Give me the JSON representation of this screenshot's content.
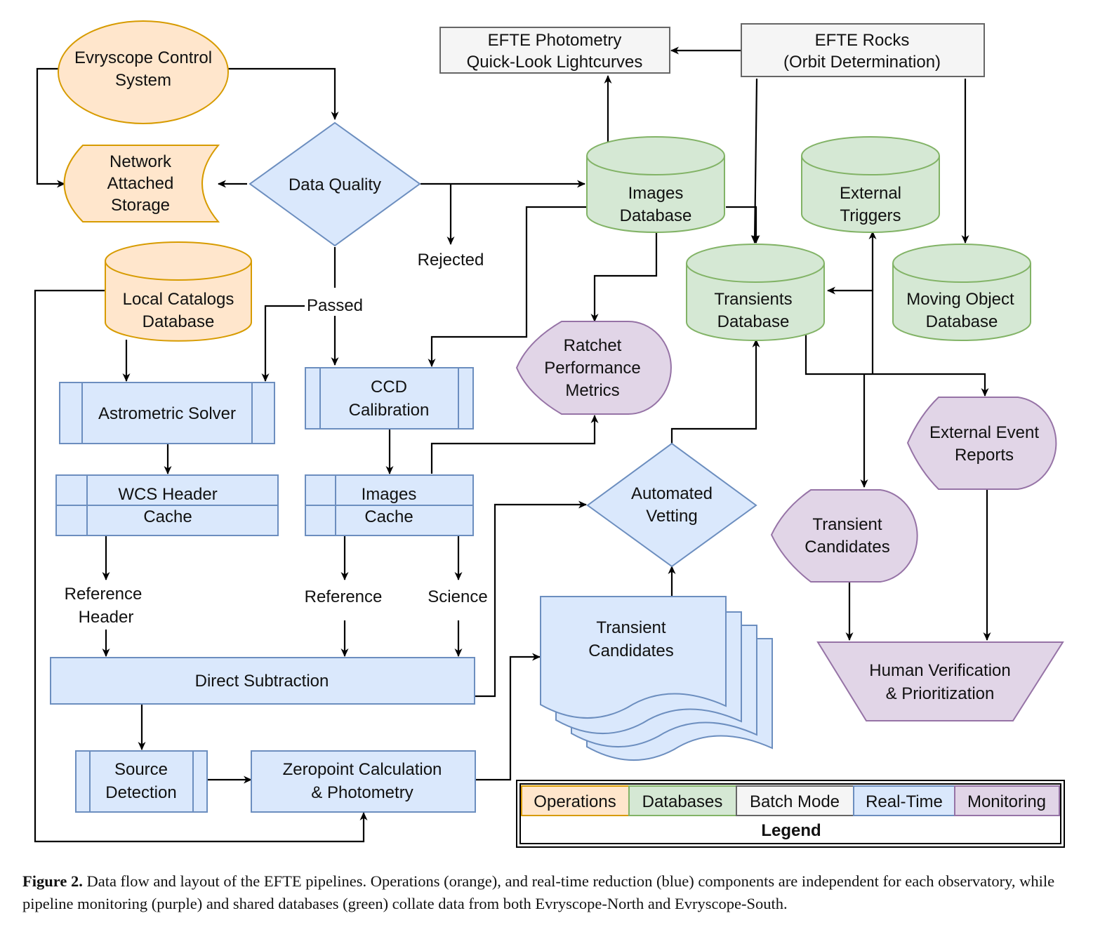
{
  "colors": {
    "operations_fill": "#ffe6cc",
    "operations_stroke": "#d79b00",
    "databases_fill": "#d5e8d4",
    "databases_stroke": "#82b366",
    "batch_fill": "#f5f5f5",
    "batch_stroke": "#666666",
    "realtime_fill": "#dae8fc",
    "realtime_stroke": "#6c8ebf",
    "monitoring_fill": "#e1d5e7",
    "monitoring_stroke": "#9673a6"
  },
  "nodes": {
    "evryscope_control": [
      "Evryscope Control",
      "System"
    ],
    "network_storage": [
      "Network",
      "Attached",
      "Storage"
    ],
    "data_quality": [
      "Data Quality"
    ],
    "local_catalogs": [
      "Local Catalogs",
      "Database"
    ],
    "images_database": [
      "Images",
      "Database"
    ],
    "transients_database": [
      "Transients",
      "Database"
    ],
    "external_triggers": [
      "External",
      "Triggers"
    ],
    "moving_object_database": [
      "Moving Object",
      "Database"
    ],
    "efte_photometry": [
      "EFTE Photometry",
      "Quick-Look Lightcurves"
    ],
    "efte_rocks": [
      "EFTE Rocks",
      "(Orbit Determination)"
    ],
    "astrometric_solver": [
      "Astrometric Solver"
    ],
    "wcs_header_cache": [
      "WCS Header",
      "Cache"
    ],
    "ccd_calibration": [
      "CCD",
      "Calibration"
    ],
    "images_cache": [
      "Images",
      "Cache"
    ],
    "direct_subtraction": [
      "Direct Subtraction"
    ],
    "source_detection": [
      "Source",
      "Detection"
    ],
    "zeropoint_photometry": [
      "Zeropoint Calculation",
      "& Photometry"
    ],
    "automated_vetting": [
      "Automated",
      "Vetting"
    ],
    "transient_candidates_stack": [
      "Transient",
      "Candidates"
    ],
    "ratchet_metrics": [
      "Ratchet",
      "Performance",
      "Metrics"
    ],
    "external_event_reports": [
      "External Event",
      "Reports"
    ],
    "transient_candidates_monitor": [
      "Transient",
      "Candidates"
    ],
    "human_verification": [
      "Human Verification",
      "& Prioritization"
    ]
  },
  "edge_labels": {
    "rejected": [
      "Rejected"
    ],
    "passed": [
      "Passed"
    ],
    "reference_header": [
      "Reference",
      "Header"
    ],
    "reference": [
      "Reference"
    ],
    "science": [
      "Science"
    ]
  },
  "legend": {
    "title": "Legend",
    "items": [
      "Operations",
      "Databases",
      "Batch Mode",
      "Real-Time",
      "Monitoring"
    ]
  },
  "caption": {
    "label": "Figure 2.",
    "text": " Data flow and layout of the EFTE pipelines. Operations (orange), and real-time reduction (blue) components are independent for each observatory, while pipeline monitoring (purple) and shared databases (green) collate data from both Evryscope-North and Evryscope-South."
  }
}
